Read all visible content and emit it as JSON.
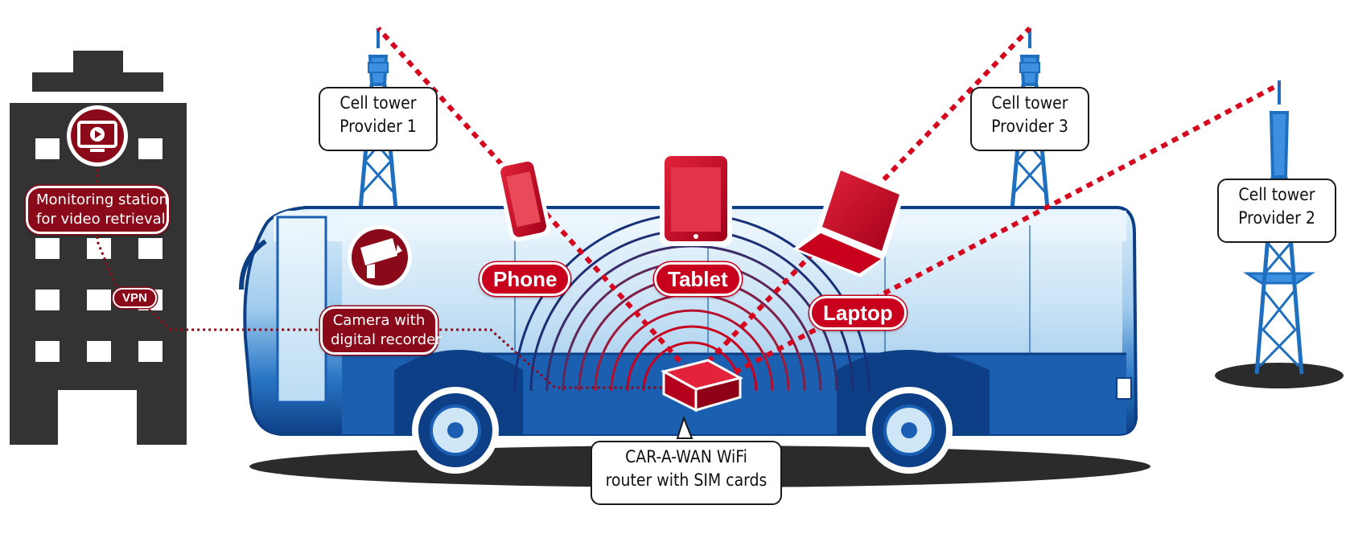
{
  "towers": {
    "provider1": {
      "line1": "Cell tower",
      "line2": "Provider 1"
    },
    "provider3": {
      "line1": "Cell tower",
      "line2": "Provider 3"
    },
    "provider2": {
      "line1": "Cell tower",
      "line2": "Provider 2"
    }
  },
  "devices": {
    "phone": "Phone",
    "tablet": "Tablet",
    "laptop": "Laptop"
  },
  "monitoring": {
    "line1": "Monitoring station",
    "line2": "for video retrieval"
  },
  "vpn": "VPN",
  "camera": {
    "line1": "Camera with",
    "line2": "digital recorder"
  },
  "router": {
    "line1": "CAR-A-WAN  WiFi",
    "line2": "router with SIM cards"
  },
  "colors": {
    "accent_red": "#c8001e",
    "dark_red": "#8b0a1a",
    "building": "#333333",
    "bus_blue": "#1a5fb4",
    "tower_blue": "#1f6fc0"
  }
}
